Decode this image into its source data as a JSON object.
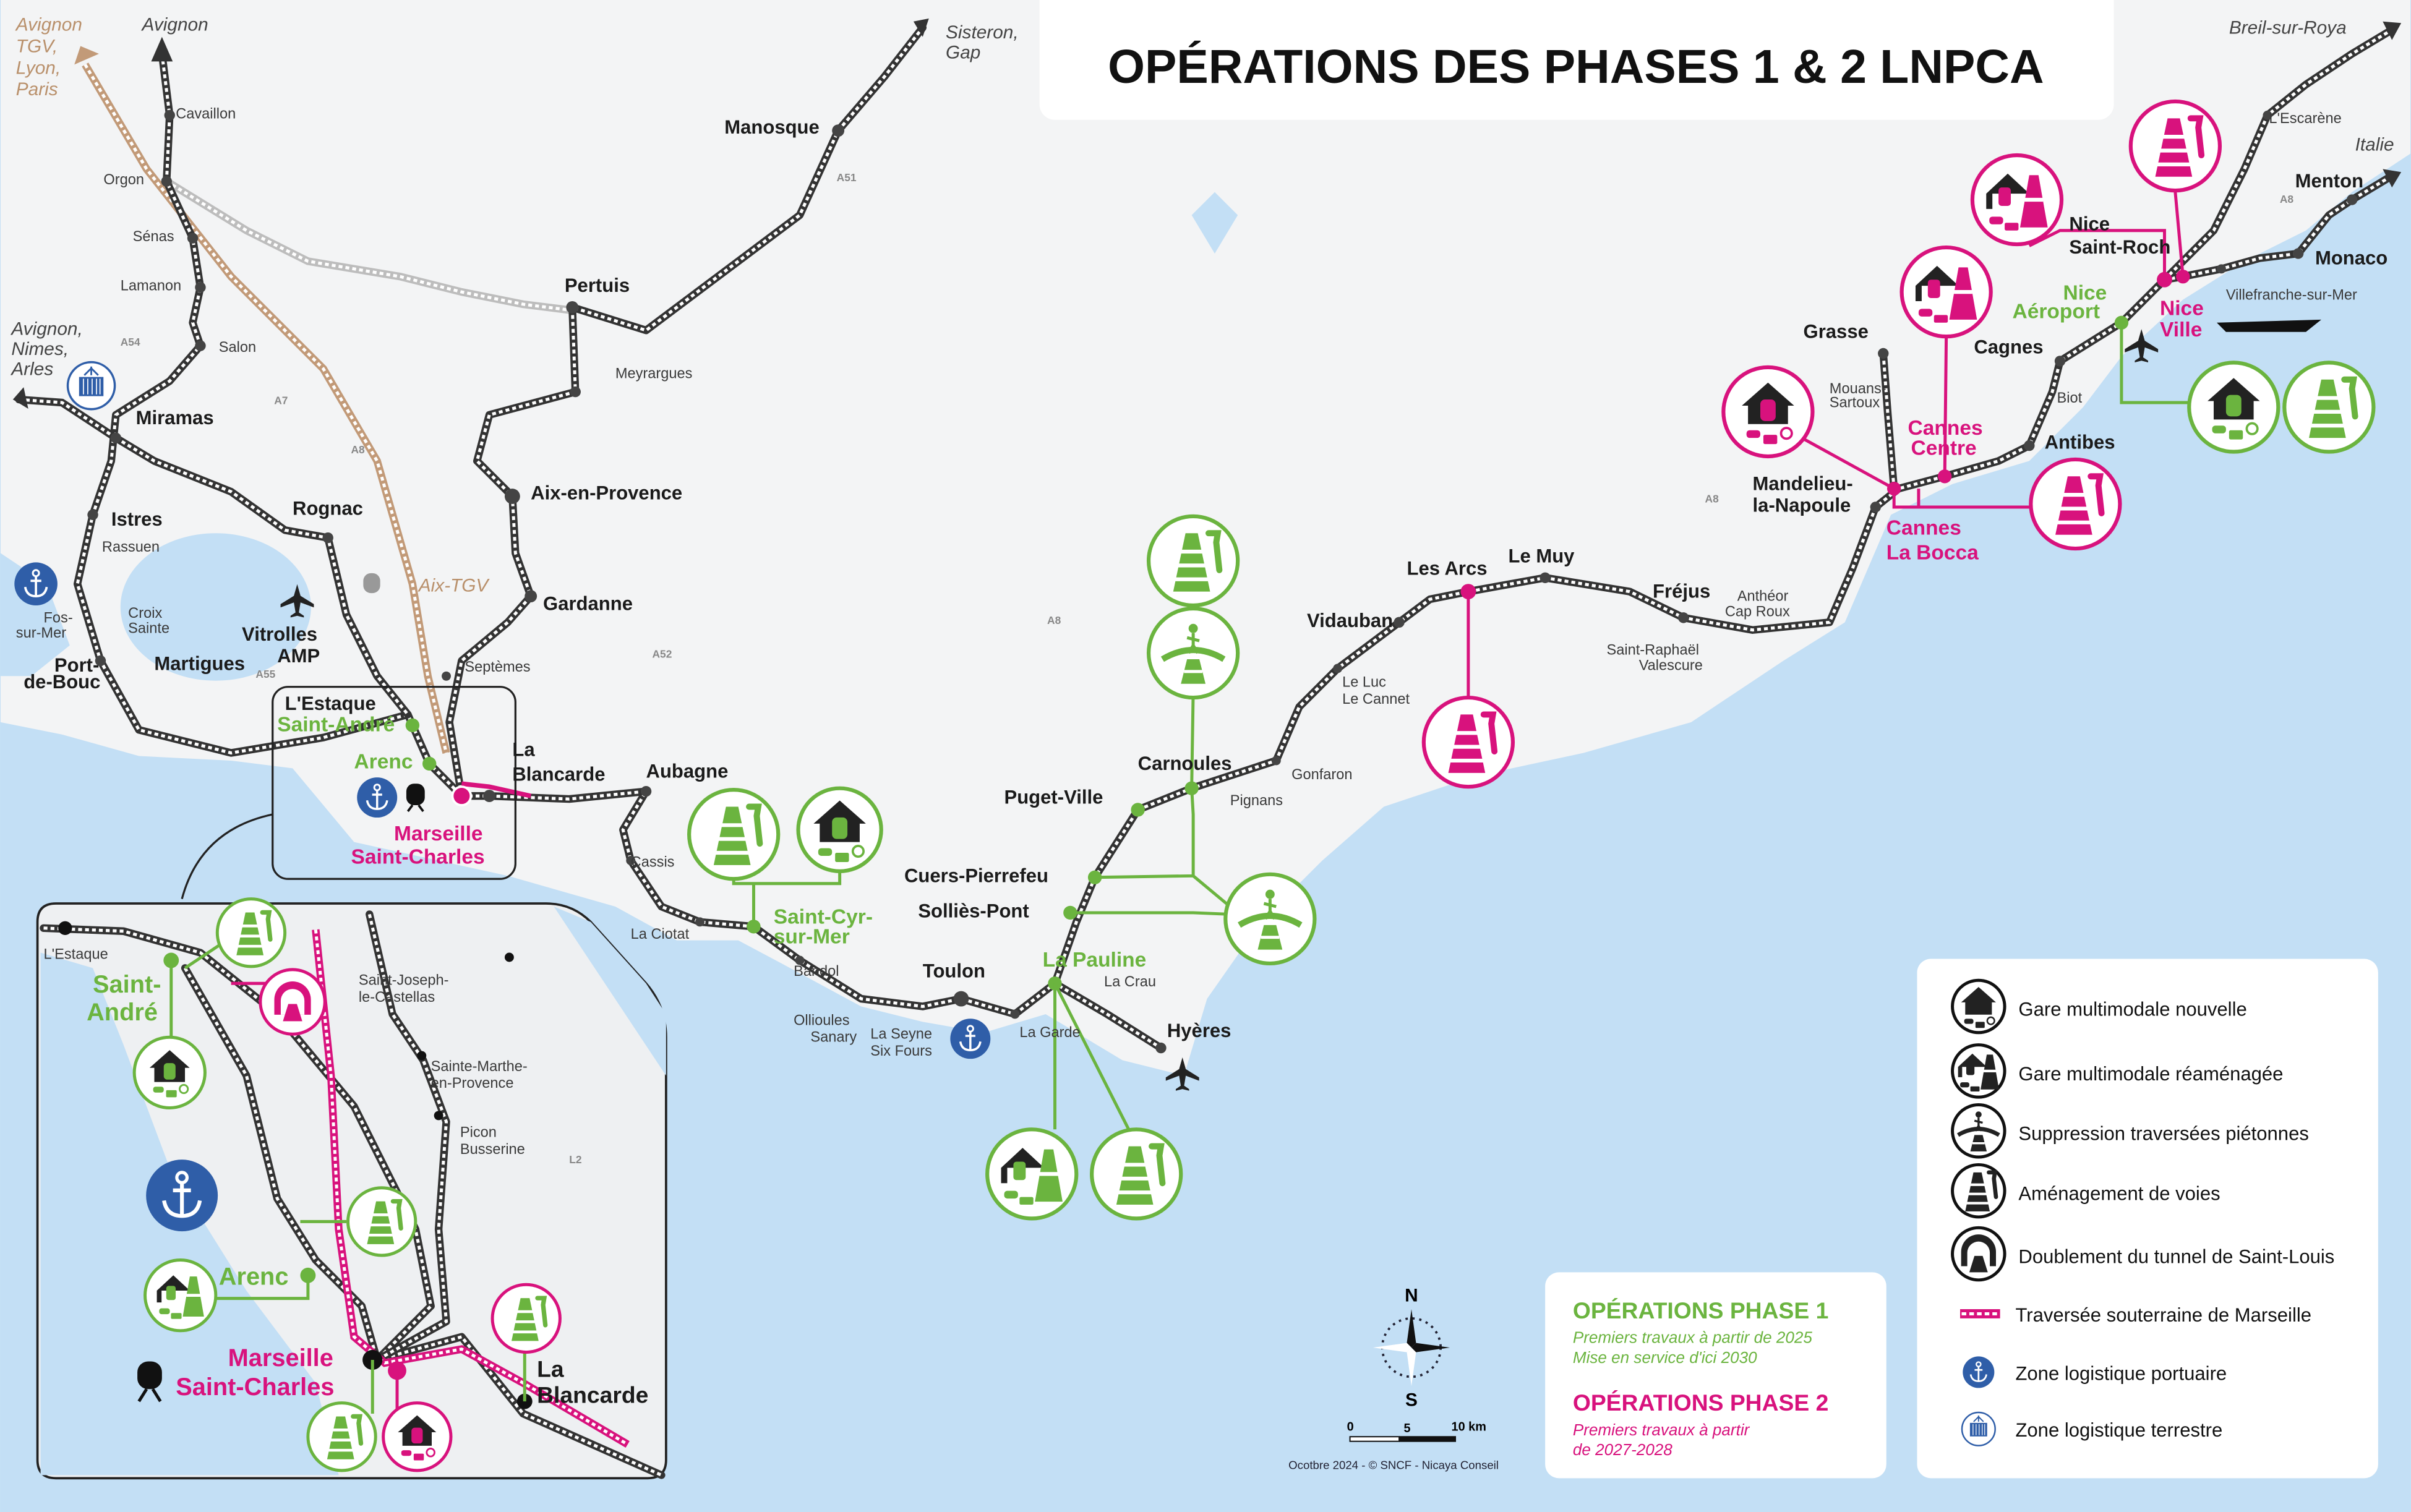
{
  "title": "OPÉRATIONS DES PHASES 1 & 2 LNPCA",
  "colors": {
    "phase1": "#6bb43f",
    "phase2": "#d8127d",
    "sea": "#c3dff5",
    "land": "#f3f4f5",
    "rail": "#333333",
    "port": "#2f5ea8"
  },
  "places": {
    "manosque": "Manosque",
    "pertuis": "Pertuis",
    "aix": "Aix-en-Provence",
    "miramas": "Miramas",
    "istres": "Istres",
    "rognac": "Rognac",
    "gardanne": "Gardanne",
    "vitrolles1": "Vitrolles",
    "vitrolles2": "AMP",
    "martigues": "Martigues",
    "portdebouc1": "Port-",
    "portdebouc2": "de-Bouc",
    "lestaque": "L'Estaque",
    "blancarde1": "La",
    "blancarde2": "Blancarde",
    "aubagne": "Aubagne",
    "toulon": "Toulon",
    "carnoules": "Carnoules",
    "pugetville": "Puget-Ville",
    "cuers": "Cuers-Pierrefeu",
    "sollies": "Solliès-Pont",
    "hyeres": "Hyères",
    "lesarcs": "Les Arcs",
    "lemuy": "Le Muy",
    "vidauban": "Vidauban",
    "frejus": "Fréjus",
    "mandelieu1": "Mandelieu-",
    "mandelieu2": "la-Napoule",
    "antibes": "Antibes",
    "cagnes": "Cagnes",
    "grasse": "Grasse",
    "niceroch1": "Nice",
    "niceroch2": "Saint-Roch",
    "menton": "Menton",
    "monaco": "Monaco",
    "cavaillon": "Cavaillon",
    "orgon": "Orgon",
    "senas": "Sénas",
    "lamanon": "Lamanon",
    "salon": "Salon",
    "meyrargues": "Meyrargues",
    "rassuen": "Rassuen",
    "fos1": "Fos-",
    "fos2": "sur-Mer",
    "croix1": "Croix",
    "croix2": "Sainte",
    "septemes": "Septèmes",
    "cassis": "Cassis",
    "laciotat": "La Ciotat",
    "bandol": "Bandol",
    "ollioules": "Ollioules",
    "sanary": "Sanary",
    "laseyne": "La Seyne",
    "sixfours": "Six Fours",
    "lagarde": "La Garde",
    "lacrau": "La Crau",
    "pignans": "Pignans",
    "gonfaron": "Gonfaron",
    "leluc1": "Le Luc",
    "leluc2": "Le Cannet",
    "straphael1": "Saint-Raphaël",
    "straphael2": "Valescure",
    "antheor1": "Anthéor",
    "antheor2": "Cap Roux",
    "mouans1": "Mouans-",
    "mouans2": "Sartoux",
    "biot": "Biot",
    "lescarene": "L'Escarène",
    "villefranche": "Villefranche-sur-Mer",
    "avignon": "Avignon",
    "sisteron1": "Sisteron,",
    "sisteron2": "Gap",
    "breil": "Breil-sur-Roya",
    "italie": "Italie",
    "ana1": "Avignon,",
    "ana2": "Nimes,",
    "ana3": "Arles",
    "tgv1": "Avignon",
    "tgv2": "TGV,",
    "tgv3": "Lyon,",
    "tgv4": "Paris",
    "aixtgv": "Aix-TGV",
    "standre": "Saint-André",
    "arenc": "Arenc",
    "stcyr1": "Saint-Cyr-",
    "stcyr2": "sur-Mer",
    "lapauline": "La Pauline",
    "niceaero1": "Nice",
    "niceaero2": "Aéroport",
    "marseille1": "Marseille",
    "marseille2": "Saint-Charles",
    "cannesc1": "Cannes",
    "cannesc2": "Centre",
    "cannesb1": "Cannes",
    "cannesb2": "La Bocca",
    "niceville1": "Nice",
    "niceville2": "Ville"
  },
  "highways": {
    "a54": "A54",
    "a7": "A7",
    "a8": "A8",
    "a55": "A55",
    "a51": "A51",
    "a52": "A52",
    "l2": "L2"
  },
  "inset": {
    "lestaque": "L'Estaque",
    "standre1": "Saint-",
    "standre2": "André",
    "stjoseph1": "Saint-Joseph-",
    "stjoseph2": "le-Castellas",
    "stemarthe1": "Sainte-Marthe-",
    "stemarthe2": "en-Provence",
    "picon1": "Picon",
    "picon2": "Busserine",
    "arenc": "Arenc",
    "marseille1": "Marseille",
    "marseille2": "Saint-Charles",
    "blancarde1": "La",
    "blancarde2": "Blancarde"
  },
  "legend": {
    "items": [
      {
        "icon": "station-new-icon",
        "label": "Gare multimodale nouvelle"
      },
      {
        "icon": "station-renovated-icon",
        "label": "Gare multimodale réaménagée"
      },
      {
        "icon": "pedestrian-crossing-icon",
        "label": "Suppression traversées piétonnes"
      },
      {
        "icon": "track-works-icon",
        "label": "Aménagement de voies"
      },
      {
        "icon": "tunnel-icon",
        "label": "Doublement du tunnel de Saint-Louis"
      },
      {
        "icon": "underground-line-icon",
        "label": "Traversée souterraine de Marseille"
      },
      {
        "icon": "anchor-icon",
        "label": "Zone logistique portuaire"
      },
      {
        "icon": "container-icon",
        "label": "Zone logistique terrestre"
      }
    ]
  },
  "phases": {
    "p1_title": "OPÉRATIONS PHASE 1",
    "p1_line1": "Premiers travaux à partir de 2025",
    "p1_line2": "Mise en service d'ici 2030",
    "p2_title": "OPÉRATIONS PHASE 2",
    "p2_line1": "Premiers travaux à partir",
    "p2_line2": "de 2027-2028"
  },
  "compass": {
    "north": "N",
    "south": "S"
  },
  "scale": {
    "t0": "0",
    "t5": "5",
    "t10": "10 km"
  },
  "credit": "Ocotbre 2024 - © SNCF - Nicaya Conseil"
}
